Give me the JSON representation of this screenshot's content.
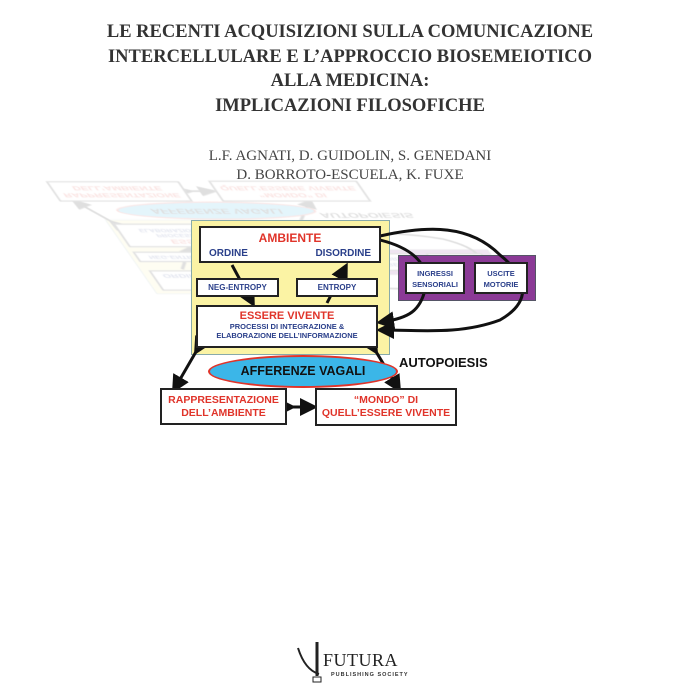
{
  "title": [
    "LE RECENTI ACQUISIZIONI SULLA COMUNICAZIONE",
    "INTERCELLULARE E L’APPROCCIO BIOSEMEIOTICO",
    "ALLA MEDICINA:",
    "IMPLICAZIONI FILOSOFICHE"
  ],
  "authors": [
    "L.F. AGNATI, D. GUIDOLIN, S. GENEDANI",
    "D. BORROTO-ESCUELA, K. FUXE"
  ],
  "diagram": {
    "ambiente": "AMBIENTE",
    "ordine": "ORDINE",
    "disordine": "DISORDINE",
    "neg_entropy": "NEG-ENTROPY",
    "entropy": "ENTROPY",
    "essere_vivente": "ESSERE VIVENTE",
    "processi": "PROCESSI DI INTEGRAZIONE &",
    "elaborazione": "ELABORAZIONE DELL’INFORMAZIONE",
    "ingressi": "INGRESSI",
    "sensoriali": "SENSORIALI",
    "uscite": "USCITE",
    "motorie": "MOTORIE",
    "afferenze": "AFFERENZE VAGALI",
    "autopoiesis": "AUTOPOIESIS",
    "rappresentazione": "RAPPRESENTAZIONE",
    "dell_ambiente": "DELL’AMBIENTE",
    "mondo": "“MONDO” DI",
    "quell_essere": "QUELL’ESSERE VIVENTE",
    "colors": {
      "yellow": "#fbf3a4",
      "purple": "#8b3a96",
      "red": "#e0342a",
      "blue": "#2a3f8a",
      "ellipse": "#3bb6e8"
    }
  },
  "publisher": {
    "name": "FUTURA",
    "tagline": "PUBLISHING SOCIETY"
  }
}
